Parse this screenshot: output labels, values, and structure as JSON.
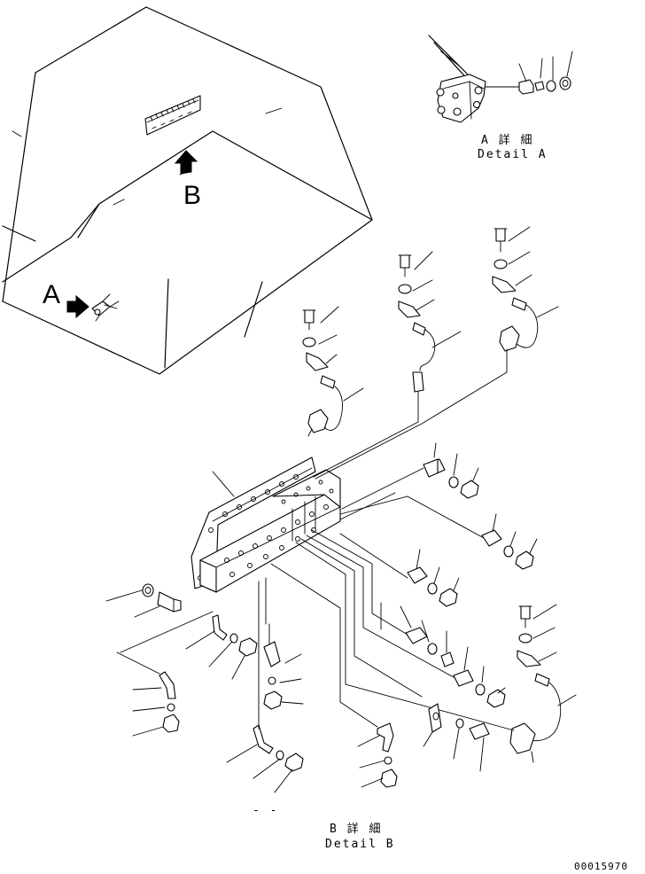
{
  "callouts": {
    "a": "A",
    "b": "B"
  },
  "detail_a": {
    "jp": "A 詳 細",
    "en": "Detail A"
  },
  "detail_b": {
    "jp": "B 詳 細",
    "en": "Detail B"
  },
  "stray_mark": "- -",
  "drawing_number": "00015970"
}
